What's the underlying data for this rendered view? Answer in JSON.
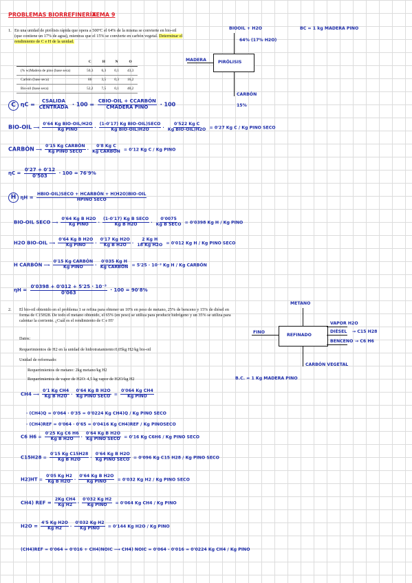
{
  "header": {
    "title": "PROBLEMAS BIORREFINERÍA",
    "tema": "TEMA 9"
  },
  "p1": {
    "number": "1.",
    "statement": "En una unidad de pirólisis rápida que opera a 500ºC el 64% de la misma se convierte en bio-oil (que contiene un 17% de agua), mientras que el 15% se convierte en carbón vegetal.",
    "question": "Determinar el rendimiento de C e H de la unidad.",
    "table": {
      "headers": [
        "",
        "C",
        "H",
        "N",
        "O"
      ],
      "rows": [
        [
          "(% w)Madera de pino (base seca)",
          "50,3",
          "6,3",
          "0,1",
          "43,3"
        ],
        [
          "Carbón (base seca)",
          "80",
          "3,5",
          "0,3",
          "16,2"
        ],
        [
          "Bio-oil (base seca)",
          "52,2",
          "7,5",
          "0,1",
          "40,2"
        ]
      ]
    },
    "diagram": {
      "in": "MADERA",
      "box": "PIRÓLISIS",
      "top": "BIOOIL + H2O",
      "top2": "64% (17% H2O)",
      "bottom": "CARBÓN",
      "bottom2": "15%",
      "bc": "BC = 1 kg  MADERA PINO"
    },
    "c_label": "C",
    "h_label": "H",
    "c_eq_left": "ηC =",
    "c_frac1_n": "CSALIDA",
    "c_frac1_d": "CENTRADA",
    "c_mid": "· 100 =",
    "c_frac2_n": "CBIO-OIL + CCARBÓN",
    "c_frac2_d": "CMADERA PINO",
    "c_end": "· 100",
    "biooil_label": "BIO-OIL",
    "biooil_f1_n": "0'64 Kg BIO-OIL/H2O",
    "biooil_f1_d": "Kg PINO",
    "biooil_f2_n": "(1-0'17) Kg BIO-OIL)SECO",
    "biooil_f2_d": "Kg BIO-OIL)H2O",
    "biooil_f3_n": "0'522 Kg C",
    "biooil_f3_d": "Kg BIO-OIL)H2O",
    "biooil_res": "= 0'27 Kg C / Kg PINO SECO",
    "carbon_label": "CARBÓN",
    "carbon_f1_n": "0'15 Kg CARBÓN",
    "carbon_f1_d": "Kg PINO SECO",
    "carbon_f2_n": "0'8 Kg C",
    "carbon_f2_d": "Kg CARBÓN",
    "carbon_res": "= 0'12 Kg C / Kg PINO",
    "nc_left": "ηC =",
    "nc_n": "0'27 + 0'12",
    "nc_d": "0'503",
    "nc_res": "· 100 = 76'9%",
    "h_eq_left": "ηH =",
    "h_n": "HBIO-OIL)SECO + HCARBÓN + H(H2O)BIO-OIL",
    "h_d": "HPINO SECO",
    "bos_label": "BIO-OIL SECO",
    "bos_f1_n": "0'64 Kg B H2O",
    "bos_f1_d": "Kg PINO",
    "bos_f2_n": "(1-0'17) Kg B SECO",
    "bos_f2_d": "Kg B H2O",
    "bos_f3_n": "0'0075",
    "bos_f3_d": "Kg B SECO",
    "bos_res": "= 0'0398 Kg H / Kg PINO",
    "h2o_label": "H2O BIO-OIL",
    "h2o_f1_n": "0'64 Kg B H2O",
    "h2o_f1_d": "Kg PINO",
    "h2o_f2_n": "0'17 Kg H2O",
    "h2o_f2_d": "Kg B H2O",
    "h2o_f3_n": "2 Kg H",
    "h2o_f3_d": "18 Kg H2O",
    "h2o_res": "= 0'012 Kg H / Kg PINO SECO",
    "hc_label": "H CARBÓN",
    "hc_f1_n": "0'15 Kg CARBÓN",
    "hc_f1_d": "Kg PINO",
    "hc_f2_n": "0'035 Kg H",
    "hc_f2_d": "Kg CARBÓN",
    "hc_res": "= 5'25 · 10⁻³ Kg H / Kg CARBÓN",
    "nh_left": "ηH =",
    "nh_n": "0'0398 + 0'012 + 5'25 · 10⁻³",
    "nh_d": "0'063",
    "nh_res": "· 100 = 90'8%"
  },
  "p2": {
    "number": "2.",
    "statement": "El bio-oil obtenido en el problema 1 se refina para obtener un 10% en peso de metano, 25% de benceno y 15% de diésel en forma de C15H28. De todo el metano obtenido, el 65% (en peso) se utiliza para producir hidrógeno y un 35% se utiliza para calentar la corriente. ¿Cuál es el rendimiento de C e H?",
    "datos": "Datos:",
    "dato1": "Requerimientos de H2 en la unidad de hidrotratamiento:0,05kg H2/kg bio-oil",
    "dato2": "Unidad de reformado:",
    "dato3": "Requerimientos de metano: 2kg metano/kg H2",
    "dato4": "Requerimientos de vapor de H2O: 4,5 kg vapor de H2O/kg H2",
    "diagram": {
      "top": "METANO",
      "in": "FINO",
      "box": "REFINADO",
      "o1": "VAPOR H2O",
      "o2": "DIÉSEL",
      "o2b": "→ C15 H28",
      "o3": "BENCENO",
      "o3b": "→ C6 H6",
      "bottom": "CARBÓN VEGETAL",
      "bc": "B.C. = 1 Kg MADERA PINO"
    },
    "ch4_label": "CH4",
    "ch4_f1_n": "0'1 Kg CH4",
    "ch4_f1_d": "Kg B H2O",
    "ch4_f2_n": "0'64 Kg B H2O",
    "ch4_f2_d": "Kg PINO SECO",
    "ch4_f3_n": "0'064 Kg CH4",
    "ch4_f3_d": "Kg PINO",
    "l_a": "· (CH4)Q = 0'064 · 0'35 = 0'0224 Kg CH4)Q / Kg PINO SECO",
    "l_b": "· (CH4)REF = 0'064 · 0'65 = 0'0416 Kg CH4)REF / Kg PINOSECO",
    "c6_label": "C6 H6",
    "c6_f1_n": "0'25 Kg C6 H6",
    "c6_f1_d": "Kg B H2O",
    "c6_f2_n": "0'64 Kg B H2O",
    "c6_f2_d": "Kg PINO SECO",
    "c6_res": "= 0'16 Kg C6H6 / Kg PINO SECO",
    "c15_label": "C15H28",
    "c15_f1_n": "0'15 Kg C15H28",
    "c15_f1_d": "Kg B H2O",
    "c15_f2_n": "0'64 Kg B H2O",
    "c15_f2_d": "Kg PINO SECO",
    "c15_res": "= 0'096 Kg C15 H28 / Kg PINO SECO",
    "h2_label": "H2)HT",
    "h2_f1_n": "0'05 Kg H2",
    "h2_f1_d": "Kg B H2O",
    "h2_f2_n": "0'64 Kg B H2O",
    "h2_f2_d": "Kg PINO",
    "h2_res": "= 0'032 Kg H2 / Kg PINO SECO",
    "ref_label": "CH4) REF =",
    "ref_f1_n": "2Kg CH4",
    "ref_f1_d": "Kg H2",
    "ref_f2_n": "0'032 Kg H2",
    "ref_f2_d": "Kg PINO",
    "ref_res": "= 0'064 Kg CH4 / Kg PINO",
    "h2o_label": "H2O =",
    "h2o_f1_n": "4'5 Kg H2O",
    "h2o_f1_d": "Kg H2",
    "h2o_f2_n": "0'032 Kg H2",
    "h2o_f2_d": "Kg PINO",
    "h2o_res": "= 0'144 Kg H2O / Kg PINO",
    "last": "(CH4)REF = 0'064 = 0'016 + CH4)NOIC ⟶ CH4) NOIC = 0'064 - 0'016 = 0'0224 Kg CH4 / Kg PINO"
  }
}
